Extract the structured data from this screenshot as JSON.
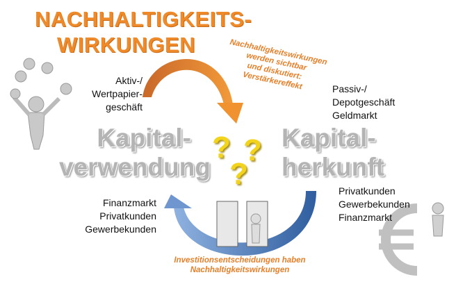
{
  "title": {
    "line1": "NACHHALTIGKEITS-",
    "line2": "WIRKUNGEN"
  },
  "top_note": {
    "line1": "Nachhaltigkeitswirkungen",
    "line2": "werden sichtbar",
    "line3": "und diskutiert:",
    "line4": "Verstärkereffekt"
  },
  "bottom_note": {
    "line1": "Investitionsentscheidungen haben",
    "line2": "Nachhaltigkeitswirkungen"
  },
  "left_top": {
    "line1": "Aktiv-/",
    "line2": "Wertpapier-",
    "line3": "geschäft"
  },
  "right_top": {
    "line1": "Passiv-/",
    "line2": "Depotgeschäft",
    "line3": "Geldmarkt"
  },
  "left_big": {
    "line1": "Kapital-",
    "line2": "verwendung"
  },
  "right_big": {
    "line1": "Kapital-",
    "line2": "herkunft"
  },
  "left_bottom": {
    "line1": "Finanzmarkt",
    "line2": "Privatkunden",
    "line3": "Gewerbekunden"
  },
  "right_bottom": {
    "line1": "Privatkunden",
    "line2": "Gewerbekunden",
    "line3": "Finanzmarkt"
  },
  "question_mark": "?",
  "colors": {
    "orange": "#ef8a2a",
    "blue": "#3f6fb5",
    "yellow": "#f3d41c",
    "gray": "#b4b4b4"
  }
}
